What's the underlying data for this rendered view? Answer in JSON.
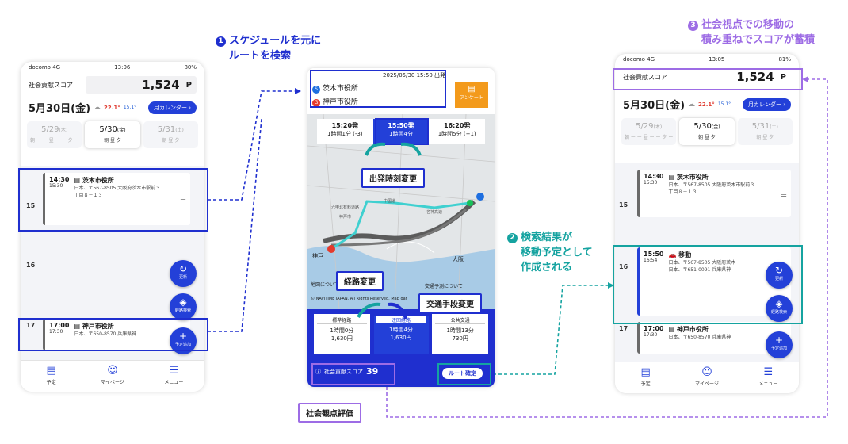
{
  "phone_status": {
    "carrier": "docomo",
    "net": "4G",
    "time_left": "13:06",
    "time_right": "13:05",
    "battery_left": "80%",
    "battery_right": "81%"
  },
  "score": {
    "label": "社会貢献スコア",
    "value": "1,524",
    "unit": "P"
  },
  "date": {
    "main": "5月30日(金)",
    "temp_hi": "22.1°",
    "temp_lo": "15.1°",
    "calendar_btn": "月カレンダー"
  },
  "days": [
    {
      "d": "5/29",
      "wd": "(木)",
      "w": "朝 ー ー 昼 ー ー 夕 ー"
    },
    {
      "d": "5/30",
      "wd": "(金)",
      "w": "朝 昼 夕"
    },
    {
      "d": "5/31",
      "wd": "(土)",
      "w": "朝 昼 夕"
    }
  ],
  "hours": [
    "15",
    "16",
    "17"
  ],
  "events": {
    "ibaraki": {
      "time": "14:30",
      "end": "15:30",
      "title": "茨木市役所",
      "addr": "日本、〒567-8505 大阪府茨木市駅前３丁目８－１３"
    },
    "move": {
      "time": "15:50",
      "end": "16:54",
      "title": "移動",
      "addr1": "日本、〒567-8505 大阪府茨木",
      "addr2": "日本、〒651-0091 兵庫県神"
    },
    "kobe": {
      "time": "17:00",
      "end": "17:30",
      "title": "神戸市役所",
      "addr": "日本、〒650-8570 兵庫県神"
    }
  },
  "fabs": {
    "refresh": "更新",
    "route": "経路検索",
    "add": "予定追加"
  },
  "tabs": {
    "schedule": "予定",
    "mypage": "マイページ",
    "menu": "メニュー"
  },
  "route": {
    "datetime": "2025/05/30 15:50 出発",
    "from": "茨木市役所",
    "to": "神戸市役所",
    "from_marker": "S",
    "to_marker": "G",
    "survey": "アンケート",
    "times": [
      {
        "dep": "15:20発",
        "dur": "1時間1分 (-3)"
      },
      {
        "dep": "15:50発",
        "dur": "1時間4分"
      },
      {
        "dep": "16:20発",
        "dur": "1時間5分 (+1)"
      }
    ],
    "routes": [
      {
        "name": "標準経路",
        "dur": "1時間0分",
        "fare": "1,630円"
      },
      {
        "name": "迂回経路",
        "dur": "1時間4分",
        "fare": "1,630円"
      },
      {
        "name": "公共交通",
        "dur": "1時間13分",
        "fare": "730円"
      }
    ],
    "score_label": "社会貢献スコア",
    "score_value": "39",
    "confirm": "ルート確定",
    "copyright": "© NAVITIME JAPAN. All Rights Reserved. Map dat",
    "map_labels": [
      "神戸",
      "大阪",
      "名神高速",
      "中国道",
      "六甲北有料道路",
      "神戸市",
      "交通予測について",
      "地図について"
    ]
  },
  "annotations": {
    "step1_line1": "スケジュールを元に",
    "step1_line2": "ルートを検索",
    "step2_line1": "検索結果が",
    "step2_line2": "移動予定として",
    "step2_line3": "作成される",
    "step3_line1": "社会視点での移動の",
    "step3_line2": "積み重ねでスコアが蓄積",
    "depart_change": "出発時刻変更",
    "route_change": "経路変更",
    "mode_change": "交通手段変更",
    "social_eval": "社会観点評価",
    "n1": "1",
    "n2": "2",
    "n3": "3"
  },
  "colors": {
    "primary": "#2340d8",
    "teal": "#15a3a0",
    "purple": "#9d6ce5"
  }
}
